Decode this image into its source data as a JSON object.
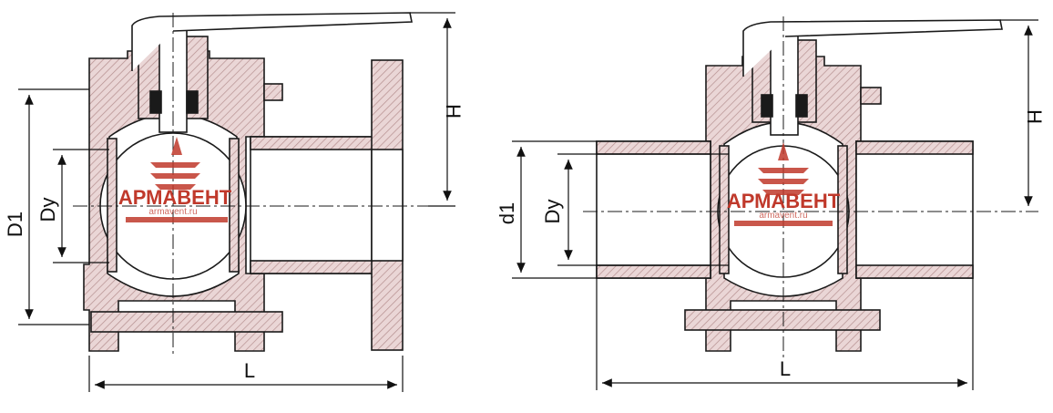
{
  "views": [
    {
      "name": "flanged-valve",
      "dimensions": {
        "outer": "D1",
        "bore": "Dy",
        "height": "H",
        "length": "L"
      }
    },
    {
      "name": "weld-end-valve",
      "dimensions": {
        "outer": "d1",
        "bore": "Dy",
        "height": "H",
        "length": "L"
      }
    }
  ],
  "watermark": {
    "name": "АРМАВЕНТ",
    "url": "armavent.ru"
  },
  "colors": {
    "line": "#1a1a1a",
    "hatch": "#d7b6b6",
    "brand": "#c0392b"
  }
}
